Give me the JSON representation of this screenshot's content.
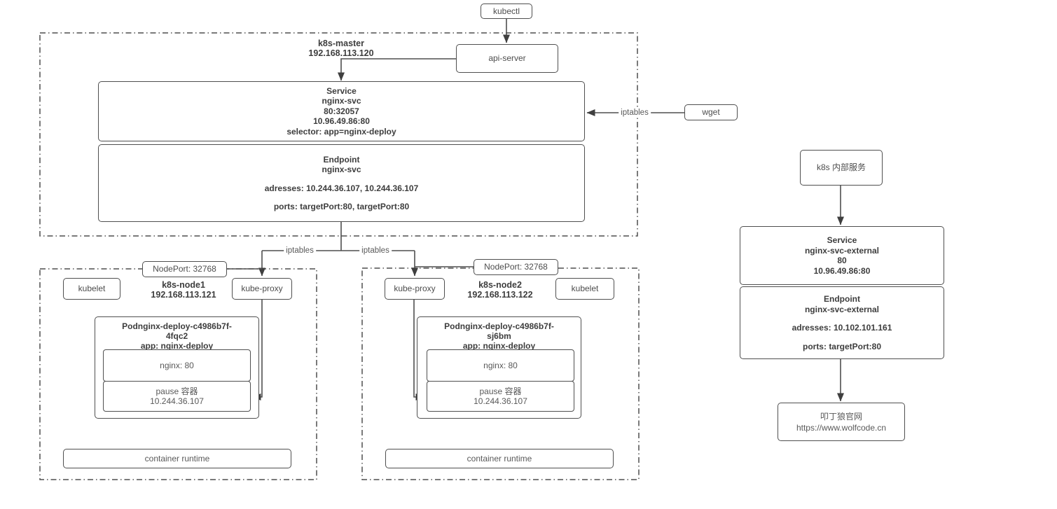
{
  "diagram": {
    "kubectl_label": "kubectl",
    "wget_label": "wget",
    "iptables_label": "iptables",
    "master": {
      "name": "k8s-master",
      "ip": "192.168.113.120",
      "api_server_label": "api-server",
      "service": {
        "title": "Service",
        "name": "nginx-svc",
        "port_mapping": "80:32057",
        "cluster_ip": "10.96.49.86:80",
        "selector": "selector: app=nginx-deploy"
      },
      "endpoint": {
        "title": "Endpoint",
        "name": "nginx-svc",
        "addresses": "adresses: 10.244.36.107, 10.244.36.107",
        "ports": "ports: targetPort:80, targetPort:80"
      }
    },
    "node1": {
      "name": "k8s-node1",
      "ip": "192.168.113.121",
      "nodeport": "NodePort: 32768",
      "kubelet_label": "kubelet",
      "kube_proxy_label": "kube-proxy",
      "pod": {
        "title_line1": "Podnginx-deploy-c4986b7f-",
        "title_line2": "4fqc2",
        "app": "app: nginx-deploy",
        "nginx_container": "nginx: 80",
        "pause_container": "pause 容器",
        "pause_ip": "10.244.36.107"
      },
      "container_runtime": "container runtime"
    },
    "node2": {
      "name": "k8s-node2",
      "ip": "192.168.113.122",
      "nodeport": "NodePort: 32768",
      "kubelet_label": "kubelet",
      "kube_proxy_label": "kube-proxy",
      "pod": {
        "title_line1": "Podnginx-deploy-c4986b7f-",
        "title_line2": "sj6bm",
        "app": "app: nginx-deploy",
        "nginx_container": "nginx: 80",
        "pause_container": "pause 容器",
        "pause_ip": "10.244.36.107"
      },
      "container_runtime": "container runtime"
    },
    "external": {
      "entry_label": "k8s 内部服务",
      "service": {
        "title": "Service",
        "name": "nginx-svc-external",
        "port": "80",
        "cluster_ip": "10.96.49.86:80"
      },
      "endpoint": {
        "title": "Endpoint",
        "name": "nginx-svc-external",
        "addresses": "adresses: 10.102.101.161",
        "ports": "ports: targetPort:80"
      },
      "website_name": "叩丁狼官网",
      "website_url": "https://www.wolfcode.cn"
    }
  },
  "colors": {
    "line": "#4f4f4f",
    "arrow": "#3f3f3f",
    "text": "#4d4d4d",
    "bold_text": "#3d3d3d",
    "muted_text": "#595959",
    "background": "#ffffff"
  }
}
